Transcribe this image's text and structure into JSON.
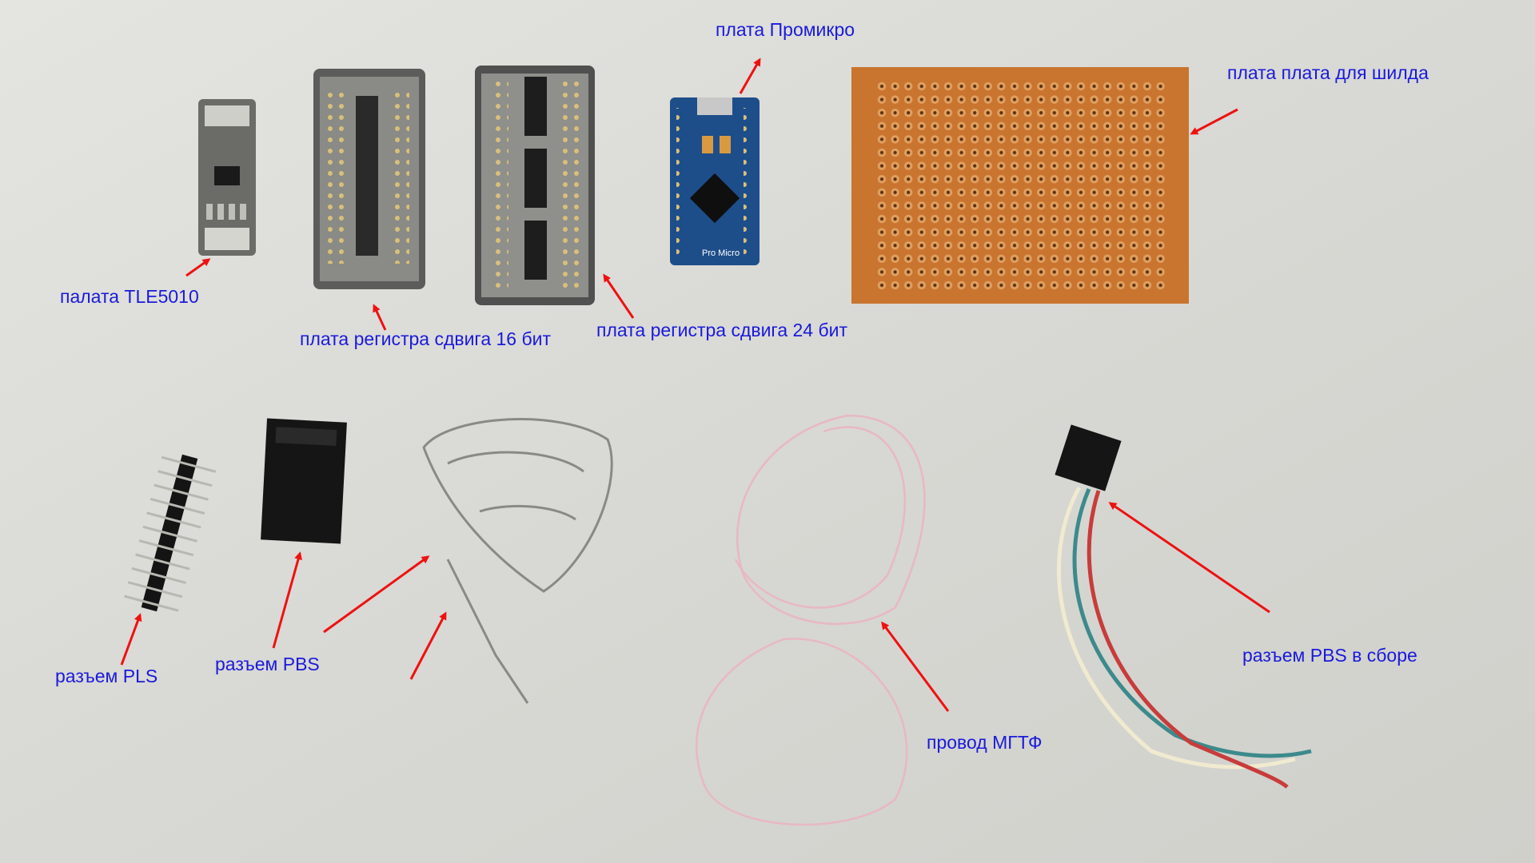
{
  "colors": {
    "label": "#1a1adb",
    "arrow": "#ee1111",
    "background": "#dcdcd8",
    "pcb_copper": "#c9c9c4",
    "pcb_dark": "#4a4a4a",
    "promicro_blue": "#1e4e8a",
    "protoboard": "#c9742f"
  },
  "labels": {
    "tle5010": "палата TLE5010",
    "shift16": "плата регистра сдвига 16 бит",
    "shift24": "плата регистра сдвига 24 бит",
    "promicro": "плата Промикро",
    "shield": "плата плата для шилда",
    "pls": "разъем PLS",
    "pbs": "разъем PBS",
    "mgtf": "провод МГТФ",
    "pbs_assembly": "разъем PBS в сборе"
  },
  "board_text": {
    "promicro_silk": "Pro Micro"
  },
  "icons": {
    "arrow": "arrow-icon"
  }
}
